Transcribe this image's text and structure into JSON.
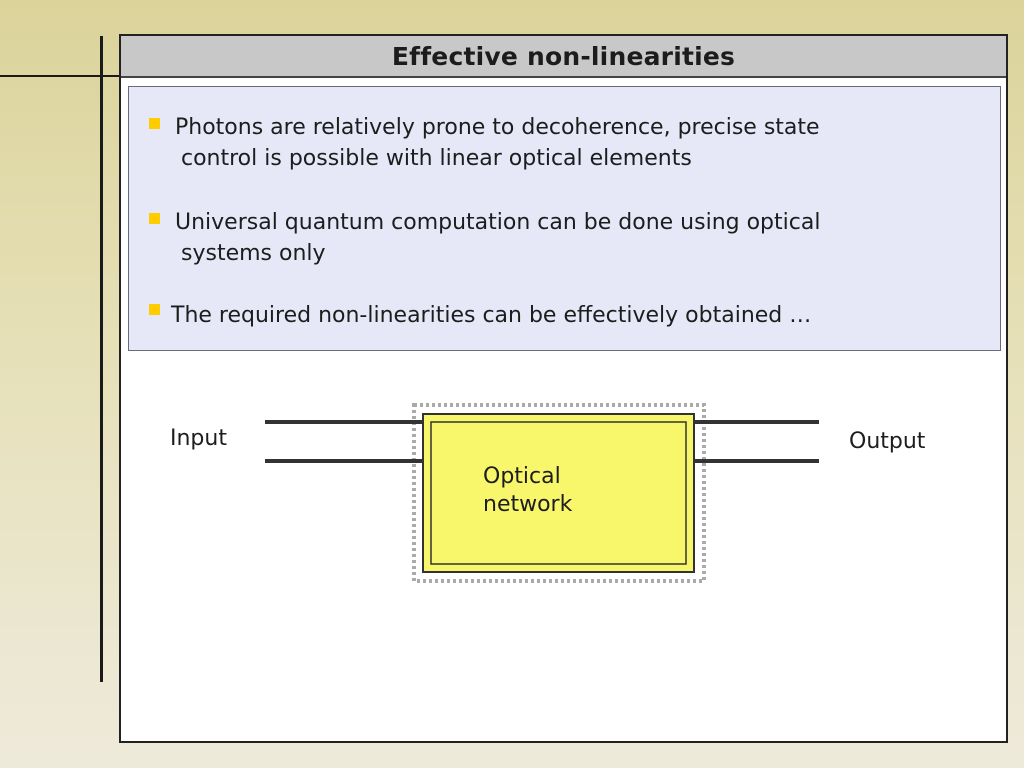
{
  "slide": {
    "title": "Effective non-linearities"
  },
  "bullets": [
    {
      "line1": "Photons are relatively prone to decoherence, precise state",
      "line2": "control is possible with linear optical elements"
    },
    {
      "line1": "Universal quantum computation can be done using optical",
      "line2": "systems only"
    },
    {
      "line1": "The required non-linearities can be effectively obtained …"
    }
  ],
  "diagram": {
    "input_label": "Input",
    "output_label": "Output",
    "network_label_line1": "Optical",
    "network_label_line2": "network"
  },
  "colors": {
    "bullet_marker": "#ffcc00",
    "bullet_box_bg": "#e6e8f7",
    "network_fill": "#f8f66a",
    "title_bar_bg": "#c8c8c8"
  }
}
